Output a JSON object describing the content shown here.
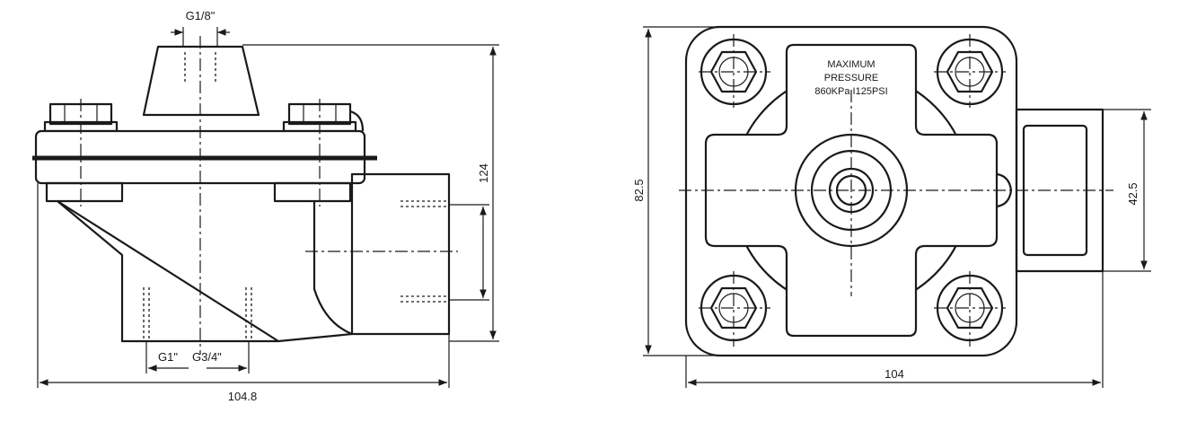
{
  "side_view": {
    "labels": {
      "port_top": "G1/8\"",
      "port_bottom_a": "G1\"",
      "port_bottom_b": "G3/4\"",
      "height": "124",
      "width": "104.8"
    }
  },
  "top_view": {
    "plate": {
      "line1": "MAXIMUM",
      "line2": "PRESSURE",
      "line3": "860KPa I125PSI"
    },
    "labels": {
      "height": "82.5",
      "side_height": "42.5",
      "width": "104"
    }
  }
}
